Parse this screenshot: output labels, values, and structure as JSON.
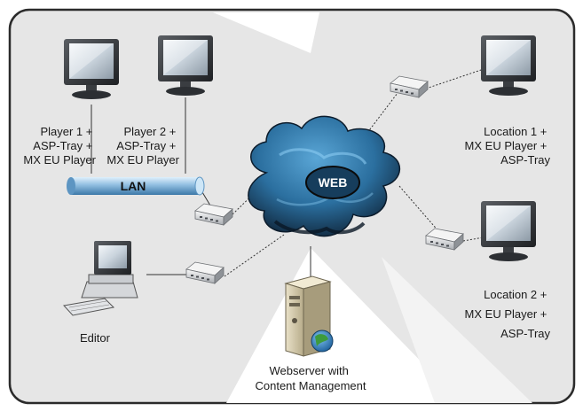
{
  "labels": {
    "player1": [
      "Player 1 +",
      "ASP-Tray +",
      "MX EU Player"
    ],
    "player2": [
      "Player 2 +",
      "ASP-Tray +",
      "MX EU Player"
    ],
    "lan": "LAN",
    "web": "WEB",
    "location1": [
      "Location 1 +",
      "MX EU Player +",
      "ASP-Tray"
    ],
    "location2": [
      "Location 2 +",
      "MX EU Player +",
      "ASP-Tray"
    ],
    "editor": "Editor",
    "webserver": [
      "Webserver with",
      "Content Management"
    ]
  },
  "colors": {
    "frame_border": "#2b2b2b",
    "background_gray": "#e6e6e6",
    "cloud_dark": "#17344f",
    "cloud_light": "#3f8fc0",
    "lan_pipe": "#8fbde0"
  }
}
